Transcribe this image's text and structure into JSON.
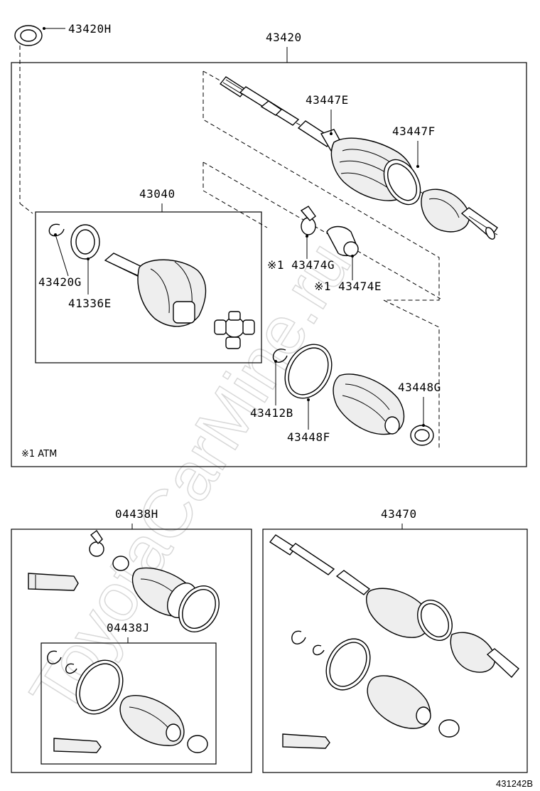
{
  "watermark": "ToyotaCarMine.ru",
  "diagram_ref": "431242B",
  "note": "※1 ATM",
  "labels": {
    "p43420H": "43420H",
    "p43420": "43420",
    "p43447E": "43447E",
    "p43447F": "43447F",
    "p43040": "43040",
    "p43474G": "※1 43474G",
    "p43474E": "※1 43474E",
    "p43420G": "43420G",
    "p41336E": "41336E",
    "p43448G": "43448G",
    "p43412B": "43412B",
    "p43448F": "43448F",
    "p04438H": "04438H",
    "p04438J": "04438J",
    "p43470": "43470"
  }
}
